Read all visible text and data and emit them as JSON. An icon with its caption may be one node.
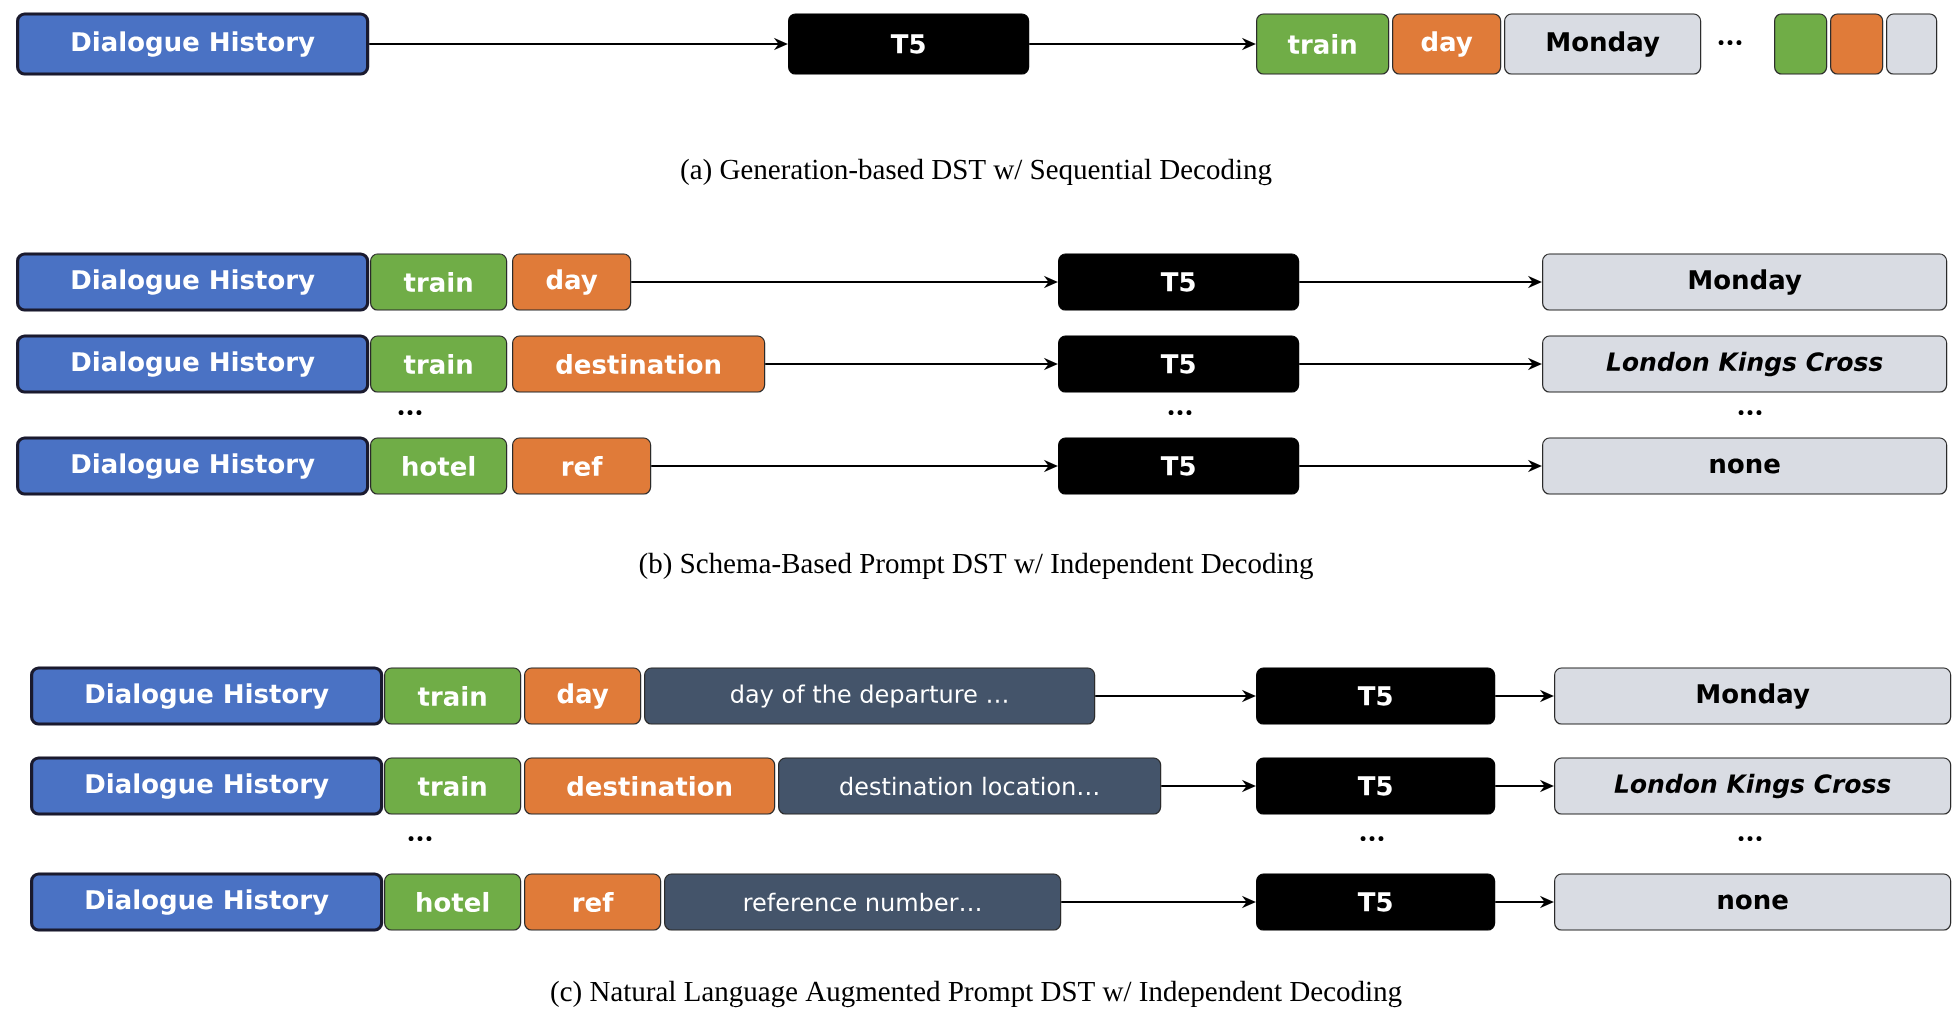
{
  "diagram": {
    "nodes": [
      {
        "text": [
          "Dialogue History"
        ]
      },
      {
        "text": [
          "T5"
        ]
      },
      {
        "text": [
          "train"
        ]
      },
      {
        "text": [
          "day"
        ]
      },
      {
        "text": [
          "Monday"
        ]
      },
      {
        "text": [],
        "shape": "box"
      },
      {
        "text": [],
        "shape": "box"
      },
      {
        "text": [],
        "shape": "box"
      },
      {
        "text": [
          "Dialogue History"
        ]
      },
      {
        "text": [
          "train"
        ]
      },
      {
        "text": [
          "day"
        ]
      },
      {
        "text": [
          "T5"
        ]
      },
      {
        "text": [
          "Monday"
        ]
      },
      {
        "text": [
          "Dialogue History"
        ]
      },
      {
        "text": [
          "train"
        ]
      },
      {
        "text": [
          "destination"
        ]
      },
      {
        "text": [
          "T5"
        ]
      },
      {
        "text": [
          "London Kings Cross"
        ]
      },
      {
        "text": [
          "Dialogue History"
        ]
      },
      {
        "text": [
          "hotel"
        ]
      },
      {
        "text": [
          "ref"
        ]
      },
      {
        "text": [
          "T5"
        ]
      },
      {
        "text": [
          "none"
        ]
      },
      {
        "text": [
          "Dialogue History"
        ]
      },
      {
        "text": [
          "train"
        ]
      },
      {
        "text": [
          "day"
        ]
      },
      {
        "text": [
          "day of the departure …"
        ]
      },
      {
        "text": [
          "T5"
        ]
      },
      {
        "text": [
          "Monday"
        ]
      },
      {
        "text": [
          "Dialogue History"
        ]
      },
      {
        "text": [
          "train"
        ]
      },
      {
        "text": [
          "destination"
        ]
      },
      {
        "text": [
          "destination location…"
        ]
      },
      {
        "text": [
          "T5"
        ]
      },
      {
        "text": [
          "London Kings Cross"
        ]
      },
      {
        "text": [
          "Dialogue History"
        ]
      },
      {
        "text": [
          "hotel"
        ]
      },
      {
        "text": [
          "ref"
        ]
      },
      {
        "text": [
          "reference  number…"
        ]
      },
      {
        "text": [
          "T5"
        ]
      },
      {
        "text": [
          "none"
        ]
      }
    ],
    "edges": [
      {
        "from": 0,
        "to": 1,
        "arrow": "to"
      },
      {
        "from": 1,
        "to": 2,
        "arrow": "to"
      },
      {
        "from": 10,
        "to": 11,
        "arrow": "to"
      },
      {
        "from": 11,
        "to": 12,
        "arrow": "to"
      },
      {
        "from": 15,
        "to": 16,
        "arrow": "to"
      },
      {
        "from": 16,
        "to": 17,
        "arrow": "to"
      },
      {
        "from": 20,
        "to": 21,
        "arrow": "to"
      },
      {
        "from": 21,
        "to": 22,
        "arrow": "to"
      },
      {
        "from": 26,
        "to": 27,
        "arrow": "to"
      },
      {
        "from": 27,
        "to": 28,
        "arrow": "to"
      },
      {
        "from": 32,
        "to": 33,
        "arrow": "to"
      },
      {
        "from": 33,
        "to": 34,
        "arrow": "to"
      },
      {
        "from": 38,
        "to": 39,
        "arrow": "to"
      },
      {
        "from": 39,
        "to": 40,
        "arrow": "to"
      }
    ],
    "labels": [
      "•••",
      "(a) Generation-based DST w/ Sequential Decoding",
      "•••",
      "•••",
      "•••",
      "(b) Schema-Based Prompt DST w/ Independent Decoding",
      "•••",
      "•••",
      "•••",
      "(c) Natural Language Augmented Prompt DST w/ Independent Decoding"
    ]
  }
}
